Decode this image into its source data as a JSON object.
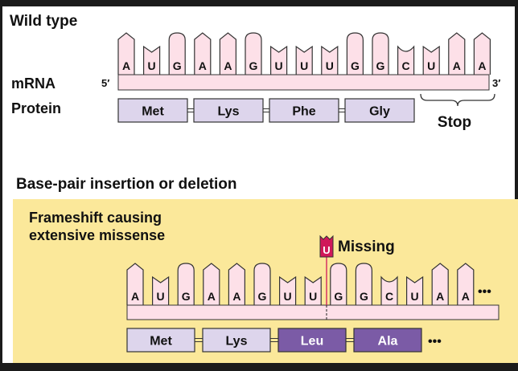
{
  "wild_type": {
    "title": "Wild type",
    "mrna_label": "mRNA",
    "protein_label": "Protein",
    "five_prime": "5′",
    "three_prime": "3′",
    "bases": [
      "A",
      "U",
      "G",
      "A",
      "A",
      "G",
      "U",
      "U",
      "U",
      "G",
      "G",
      "C",
      "U",
      "A",
      "A"
    ],
    "proteins": [
      "Met",
      "Lys",
      "Phe",
      "Gly"
    ],
    "stop_label": "Stop"
  },
  "mutation": {
    "section_title": "Base-pair insertion or deletion",
    "subtitle_line1": "Frameshift causing",
    "subtitle_line2": "extensive missense",
    "missing_base": "U",
    "missing_label": "Missing",
    "bases": [
      "A",
      "U",
      "G",
      "A",
      "A",
      "G",
      "U",
      "U",
      "G",
      "G",
      "C",
      "U",
      "A",
      "A"
    ],
    "proteins": [
      {
        "name": "Met",
        "changed": false
      },
      {
        "name": "Lys",
        "changed": false
      },
      {
        "name": "Leu",
        "changed": true
      },
      {
        "name": "Ala",
        "changed": true
      }
    ],
    "ellipsis": "•••"
  },
  "colors": {
    "base": "#fde0e8",
    "protein": "#ddd5ec",
    "changed": "#7b5ba6",
    "missing": "#d0175a",
    "panel": "#fbe89a"
  }
}
